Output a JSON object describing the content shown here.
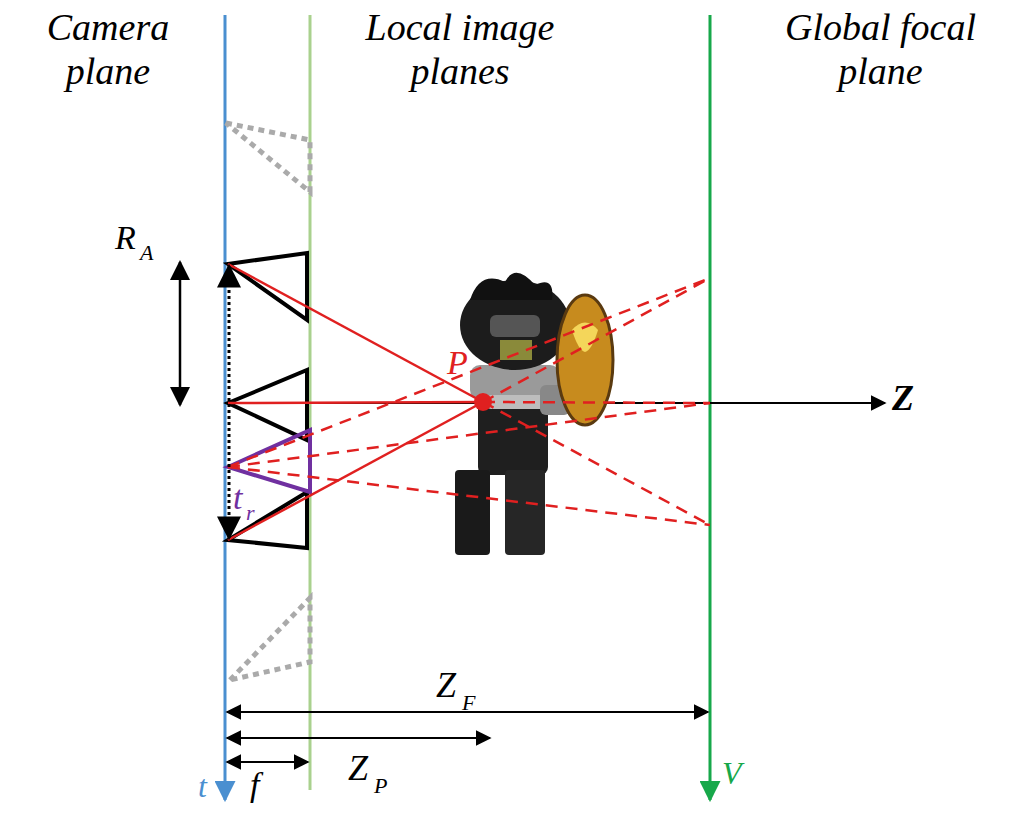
{
  "diagram": {
    "labels": [
      "Camera plane",
      "Local image planes",
      "Global focal plane",
      "R",
      "A",
      "P",
      "Z",
      "t",
      "r",
      "Z",
      "F",
      "Z",
      "P",
      "f",
      "t",
      "V"
    ]
  }
}
